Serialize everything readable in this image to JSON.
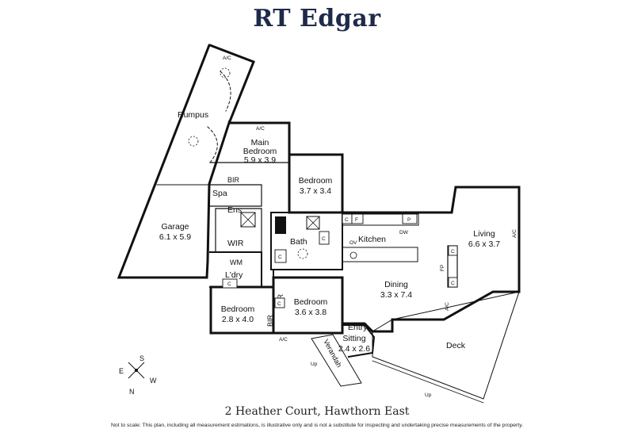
{
  "brand": "RT Edgar",
  "address": "2 Heather Court, Hawthorn East",
  "disclaimer": "Not to scale: This plan, including all measurement estimations, is illustrative only and is not a substitute for inspecting and undertaking precise measurements of the property.",
  "compass": {
    "e": "E",
    "s": "S",
    "w": "W",
    "n": "N"
  },
  "rooms": {
    "rumpus": "Rumpus",
    "main_bedroom": {
      "name1": "Main",
      "name2": "Bedroom",
      "dims": "5.9 x 3.9"
    },
    "bedroom_a": {
      "name": "Bedroom",
      "dims": "3.7 x 3.4"
    },
    "garage": {
      "name": "Garage",
      "dims": "6.1 x 5.9"
    },
    "spa": "Spa",
    "ens": "Ens",
    "wir": "WIR",
    "bath": "Bath",
    "kitchen": "Kitchen",
    "living": {
      "name": "Living",
      "dims": "6.6 x 3.7"
    },
    "laundry": "L'dry",
    "dining": {
      "name": "Dining",
      "dims": "3.3 x 7.4"
    },
    "bedroom_b": {
      "name": "Bedroom",
      "dims": "2.8 x 4.0"
    },
    "bedroom_c": {
      "name": "Bedroom",
      "dims": "3.6 x 3.8"
    },
    "entry": "Entry",
    "sitting": {
      "name": "Sitting",
      "dims": "2.4 x 2.6"
    },
    "deck": "Deck",
    "verandah": "Verandah"
  },
  "labels": {
    "ac": "A/C",
    "bir": "BIR",
    "c": "C",
    "f": "F",
    "p": "P",
    "dw": "DW",
    "ov": "OV",
    "wm": "WM",
    "fp": "FP",
    "up": "Up"
  }
}
